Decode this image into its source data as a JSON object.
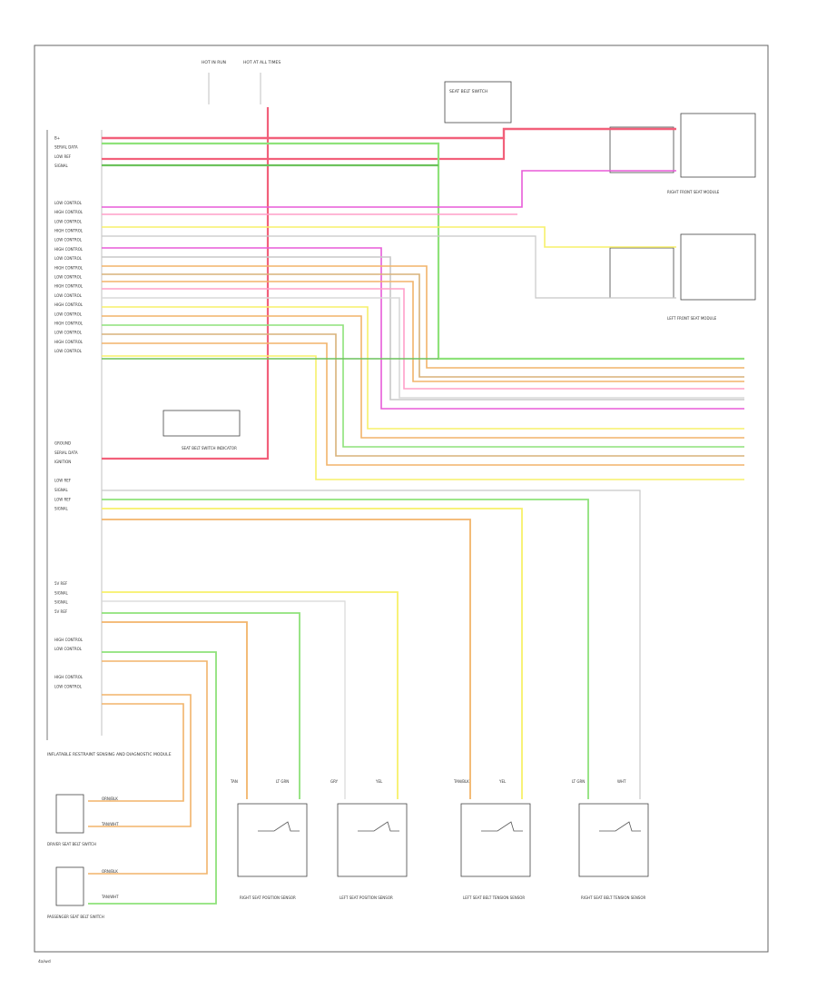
{
  "footer_code": "4a/wd",
  "colors": {
    "red": "#f2607a",
    "pink": "#ff9fc9",
    "magenta": "#e85bd8",
    "green": "#8ee27a",
    "dkgreen": "#6cc25c",
    "yellow": "#f7f06a",
    "orange": "#f2b46a",
    "tan": "#d9b27a",
    "white": "#d8d8d8",
    "ltgrey": "#c8c8c8",
    "black": "#555555"
  },
  "top_labels": {
    "fuse_a": "HOT IN RUN",
    "fuse_b": "HOT AT ALL TIMES",
    "seat_belt_switch": "SEAT BELT SWITCH",
    "right_module": "RIGHT FRONT SEAT MODULE",
    "left_module": "LEFT FRONT SEAT MODULE"
  },
  "connector_rows": {
    "left_labels": [
      "B+",
      "SERIAL DATA",
      "LOW REF",
      "SIGNAL",
      "",
      "",
      "",
      "LOW CONTROL",
      "HIGH CONTROL",
      "LOW CONTROL",
      "HIGH CONTROL",
      "LOW CONTROL",
      "HIGH CONTROL",
      "LOW CONTROL",
      "HIGH CONTROL",
      "LOW CONTROL",
      "HIGH CONTROL",
      "LOW CONTROL",
      "HIGH CONTROL",
      "LOW CONTROL",
      "HIGH CONTROL",
      "LOW CONTROL",
      "HIGH CONTROL",
      "LOW CONTROL"
    ],
    "lower_labels": [
      "GROUND",
      "SERIAL DATA",
      "IGNITION",
      "",
      "LOW REF",
      "SIGNAL",
      "LOW REF",
      "SIGNAL",
      "",
      "",
      "",
      "",
      "",
      "",
      "",
      "5V REF",
      "SIGNAL",
      "SIGNAL",
      "5V REF",
      "",
      "",
      "HIGH CONTROL",
      "LOW CONTROL",
      "",
      "",
      "HIGH CONTROL",
      "LOW CONTROL"
    ]
  },
  "module_label": "INFLATABLE RESTRAINT SENSING AND DIAGNOSTIC MODULE",
  "bottom_sensors": [
    {
      "label": "RIGHT SEAT POSITION SENSOR",
      "pins": [
        "TAN",
        "LT GRN"
      ]
    },
    {
      "label": "LEFT SEAT POSITION SENSOR",
      "pins": [
        "GRY",
        "YEL"
      ]
    },
    {
      "label": "LEFT SEAT BELT TENSION SENSOR",
      "pins": [
        "TAN/BLK",
        "YEL"
      ]
    },
    {
      "label": "RIGHT SEAT BELT TENSION SENSOR",
      "pins": [
        "LT GRN",
        "WHT"
      ]
    }
  ],
  "left_switches": [
    {
      "label": "DRIVER SEAT BELT SWITCH",
      "wires": [
        "ORN/BLK",
        "TAN/WHT"
      ]
    },
    {
      "label": "PASSENGER SEAT BELT SWITCH",
      "wires": [
        "ORN/BLK",
        "TAN/WHT"
      ]
    }
  ],
  "mid_box_label": "SEAT BELT SWITCH INDICATOR"
}
